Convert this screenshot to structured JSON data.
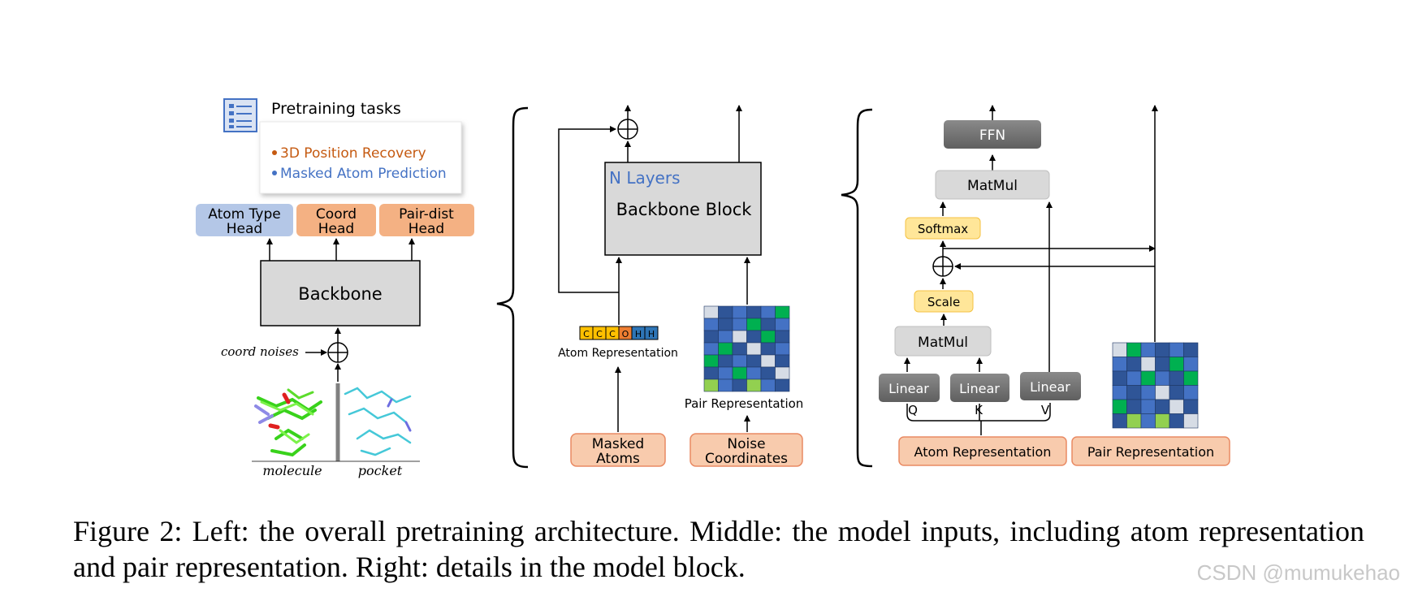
{
  "colors": {
    "blue_box": "#b4c7e7",
    "orange_box": "#f4b183",
    "orange_fill": "#f8cbad",
    "orange_border": "#e98a63",
    "gray_box": "#d9d9d9",
    "dark_gray": "#7f7f7f",
    "yellow_box": "#ffe699",
    "task_orange": "#c55a11",
    "task_blue": "#4472c4"
  },
  "left": {
    "pretraining_title": "Pretraining tasks",
    "task_1": "3D Position Recovery",
    "task_2": "Masked Atom Prediction",
    "head_atom_type": [
      "Atom Type",
      "Head"
    ],
    "head_coord": [
      "Coord",
      "Head"
    ],
    "head_pair_dist": [
      "Pair-dist",
      "Head"
    ],
    "backbone": "Backbone",
    "coord_noises": "coord noises",
    "molecule": "molecule",
    "pocket": "pocket",
    "icons": [
      "checklist-icon",
      "molecule-image",
      "pocket-image"
    ]
  },
  "middle": {
    "n_layers": "N Layers",
    "backbone_block": "Backbone Block",
    "atom_tokens": [
      "C",
      "C",
      "C",
      "O",
      "H",
      "H"
    ],
    "atom_token_colors": [
      "#ffc000",
      "#ffc000",
      "#ffc000",
      "#ed7d31",
      "#2e75b6",
      "#2e75b6"
    ],
    "atom_representation": "Atom Representation",
    "pair_representation": "Pair Representation",
    "masked_atoms": [
      "Masked",
      "Atoms"
    ],
    "noise_coordinates": [
      "Noise",
      "Coordinates"
    ],
    "pair_matrix": [
      [
        0,
        1,
        2,
        1,
        2,
        3
      ],
      [
        2,
        1,
        2,
        3,
        1,
        2
      ],
      [
        1,
        2,
        0,
        1,
        3,
        1
      ],
      [
        2,
        3,
        1,
        0,
        1,
        2
      ],
      [
        3,
        1,
        2,
        1,
        0,
        1
      ],
      [
        1,
        2,
        3,
        2,
        1,
        0
      ],
      [
        4,
        2,
        1,
        4,
        2,
        1
      ]
    ]
  },
  "right": {
    "ffn": "FFN",
    "matmul_top": "MatMul",
    "softmax": "Softmax",
    "scale": "Scale",
    "matmul_bottom": "MatMul",
    "linear_q": "Linear",
    "linear_k": "Linear",
    "linear_v": "Linear",
    "q": "Q",
    "k": "K",
    "v": "V",
    "atom_representation": "Atom Representation",
    "pair_representation": "Pair Representation",
    "pair_matrix": [
      [
        0,
        3,
        2,
        1,
        2,
        1
      ],
      [
        2,
        1,
        0,
        1,
        3,
        2
      ],
      [
        1,
        2,
        3,
        2,
        1,
        3
      ],
      [
        2,
        1,
        2,
        0,
        1,
        2
      ],
      [
        3,
        1,
        2,
        1,
        0,
        1
      ],
      [
        1,
        4,
        2,
        4,
        1,
        0
      ]
    ]
  },
  "matrix_palette": [
    "#d6dce5",
    "#2f5597",
    "#4472c4",
    "#00b050",
    "#92d050"
  ],
  "caption": "Figure 2: Left: the overall pretraining architecture. Middle: the model inputs, including atom representation and pair representation. Right: details in the model block.",
  "watermark": "CSDN @mumukehao"
}
